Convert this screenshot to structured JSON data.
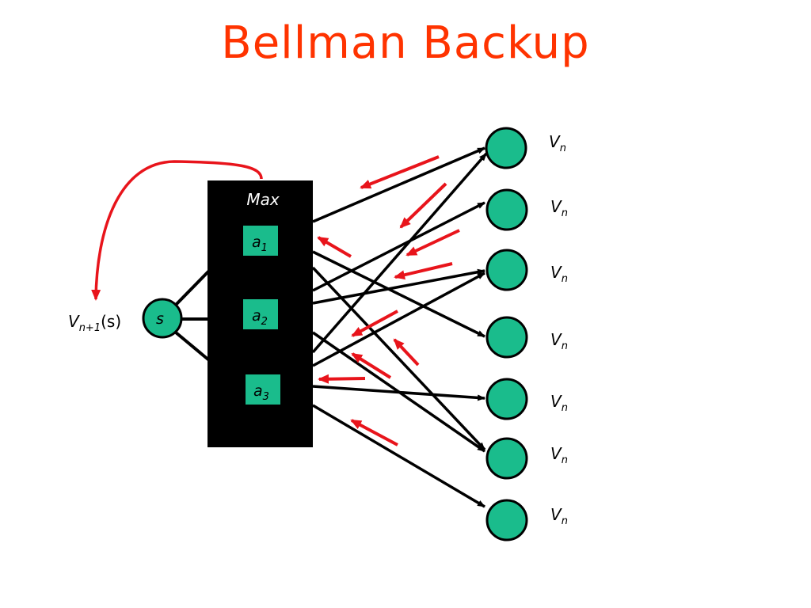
{
  "title": "Bellman Backup",
  "max_label": "Max",
  "state": {
    "label": "s",
    "value_label": "V",
    "value_sub": "n+1",
    "value_arg": "(s)"
  },
  "actions": [
    {
      "label": "a",
      "sub": "1"
    },
    {
      "label": "a",
      "sub": "2"
    },
    {
      "label": "a",
      "sub": "3"
    }
  ],
  "successors": [
    {
      "label": "V",
      "sub": "n"
    },
    {
      "label": "V",
      "sub": "n"
    },
    {
      "label": "V",
      "sub": "n"
    },
    {
      "label": "V",
      "sub": "n"
    },
    {
      "label": "V",
      "sub": "n"
    },
    {
      "label": "V",
      "sub": "n"
    },
    {
      "label": "V",
      "sub": "n"
    }
  ],
  "colors": {
    "title": "#ff3300",
    "node_fill": "#1abc8c",
    "box_fill": "#000000",
    "backup_arrow": "#e8141b",
    "edge": "#000000"
  }
}
